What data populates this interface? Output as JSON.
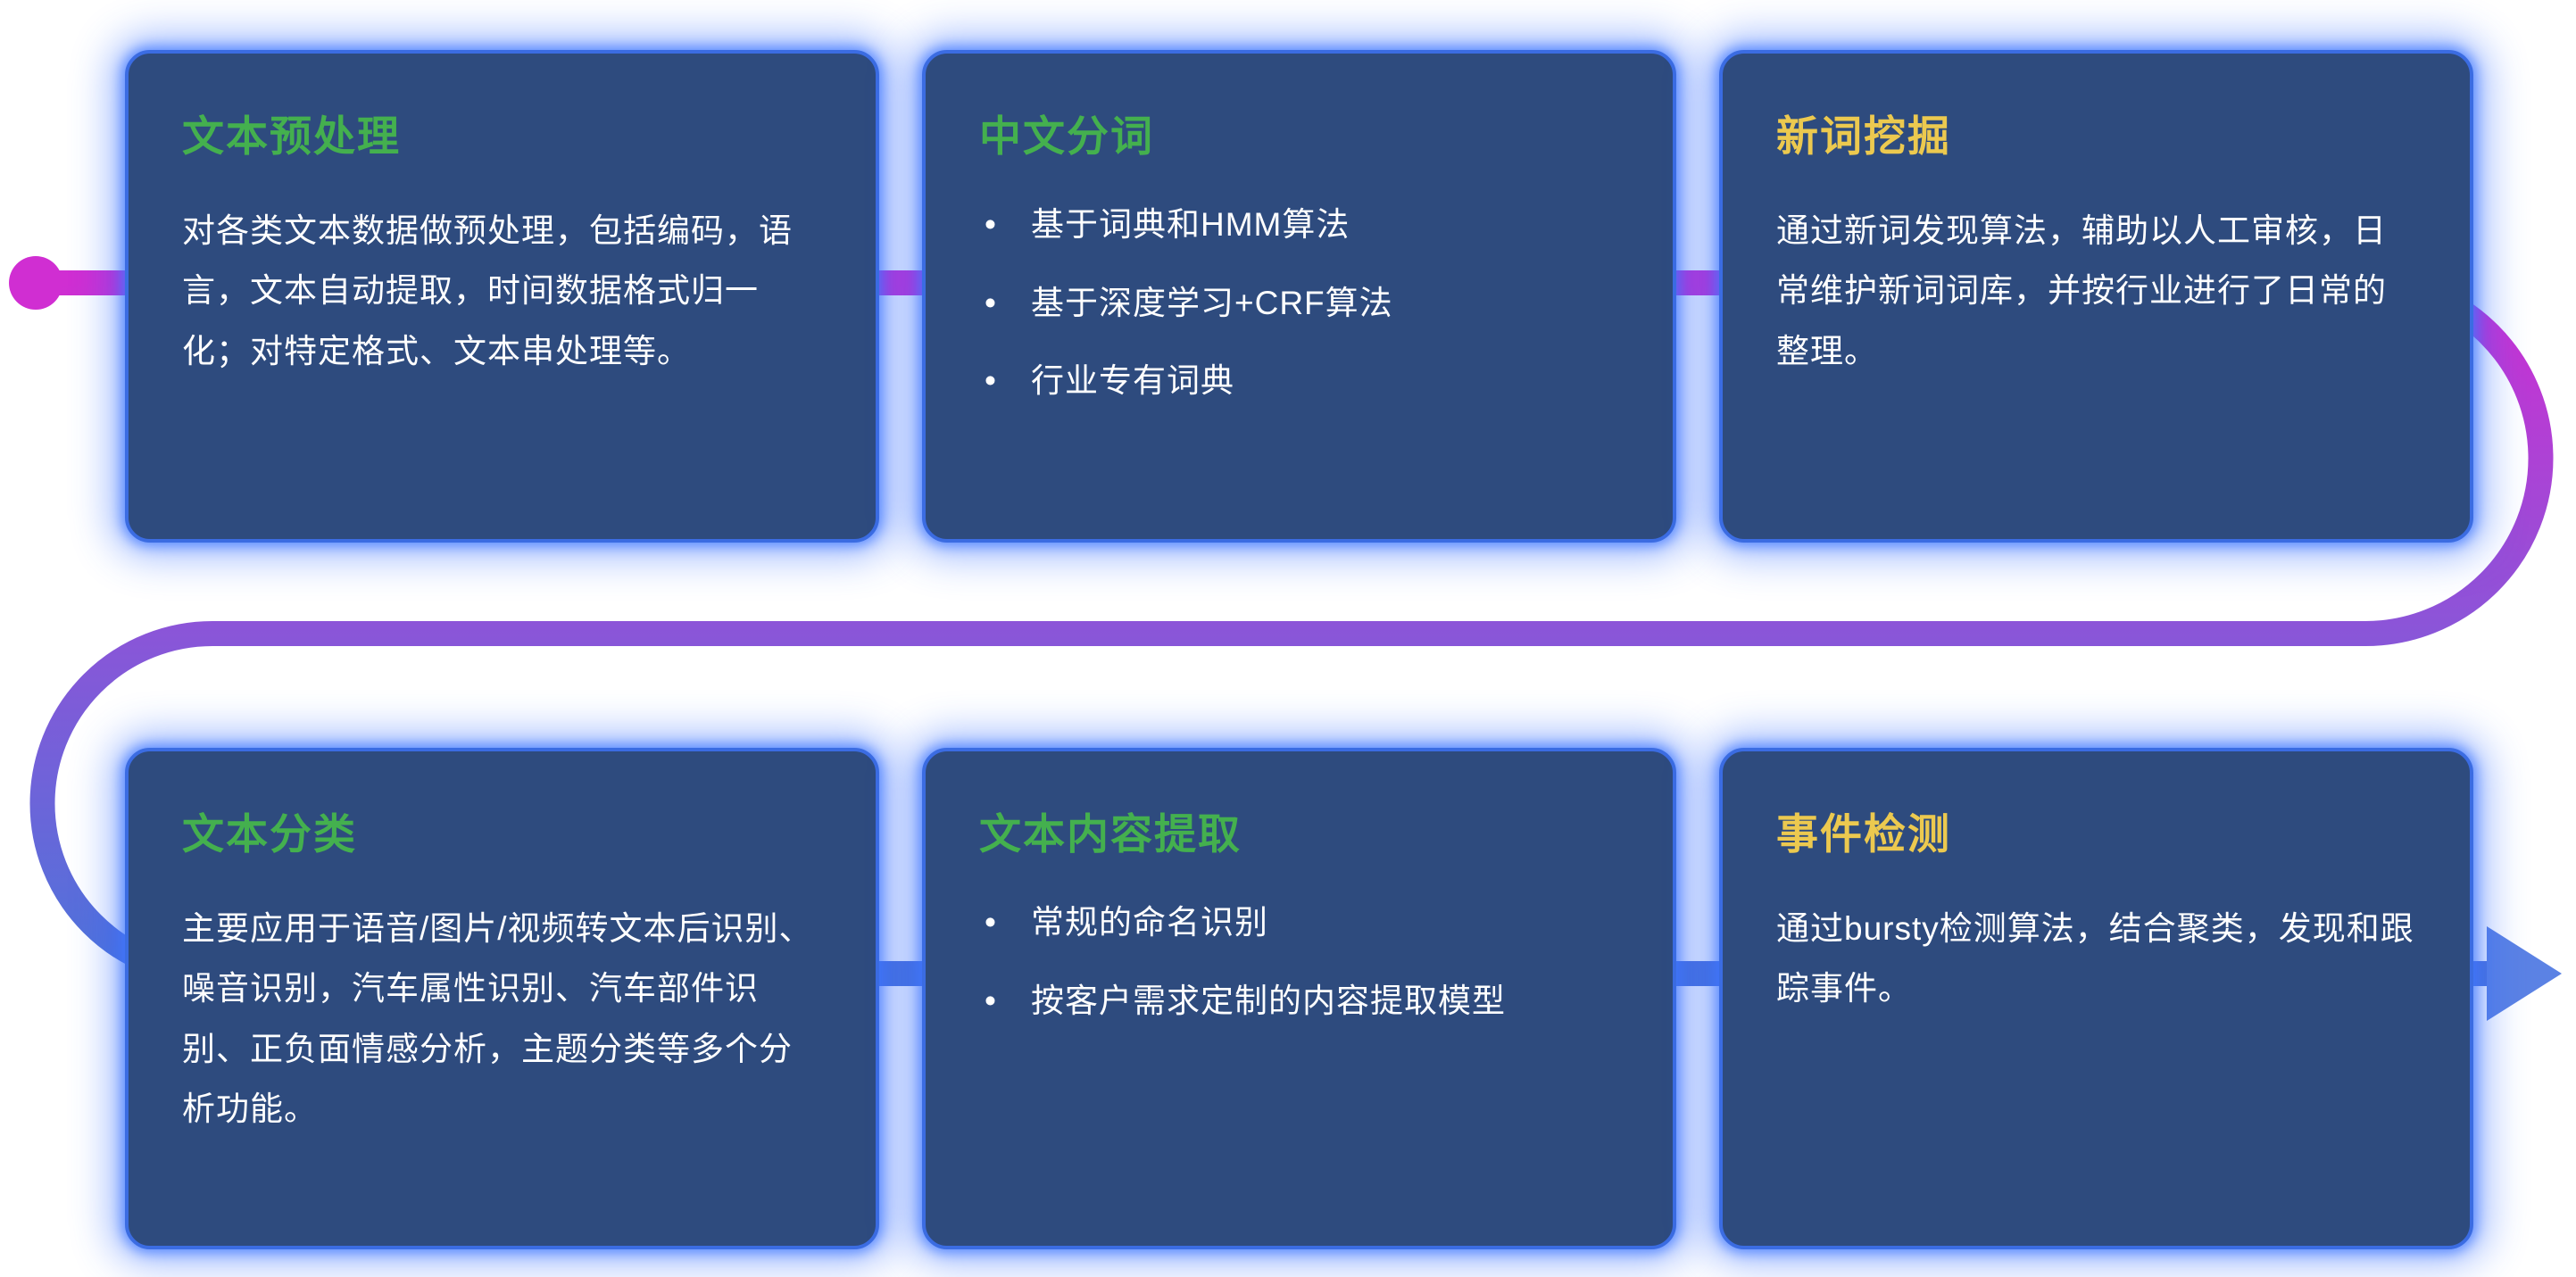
{
  "colors": {
    "page_background": "#ffffff",
    "card_background": "#2e4b7e",
    "card_border": "#3b6ce2",
    "card_glow": "#2f68ff",
    "title_green": "#44b04e",
    "title_yellow": "#ecc94f",
    "body_text": "#ffffff",
    "flow_start_magenta": "#d02ed2",
    "flow_mid_purple": "#8b55d8",
    "flow_end_blue": "#4d74da",
    "flow_arrow_blue": "#5b82e4"
  },
  "cards": [
    {
      "title": "文本预处理",
      "body": "对各类文本数据做预处理，包括编码，语言，文本自动提取，时间数据格式归一化；对特定格式、文本串处理等。"
    },
    {
      "title": "中文分词",
      "bullets": [
        "基于词典和HMM算法",
        "基于深度学习+CRF算法",
        "行业专有词典"
      ]
    },
    {
      "title": "新词挖掘",
      "body": "通过新词发现算法，辅助以人工审核，日常维护新词词库，并按行业进行了日常的整理。"
    },
    {
      "title": "文本分类",
      "body": "主要应用于语音/图片/视频转文本后识别、噪音识别，汽车属性识别、汽车部件识别、正负面情感分析，主题分类等多个分析功能。"
    },
    {
      "title": "文本内容提取",
      "bullets": [
        "常规的命名识别",
        "按客户需求定制的内容提取模型"
      ]
    },
    {
      "title": "事件检测",
      "body": "通过bursty检测算法，结合聚类，发现和跟踪事件。"
    }
  ]
}
